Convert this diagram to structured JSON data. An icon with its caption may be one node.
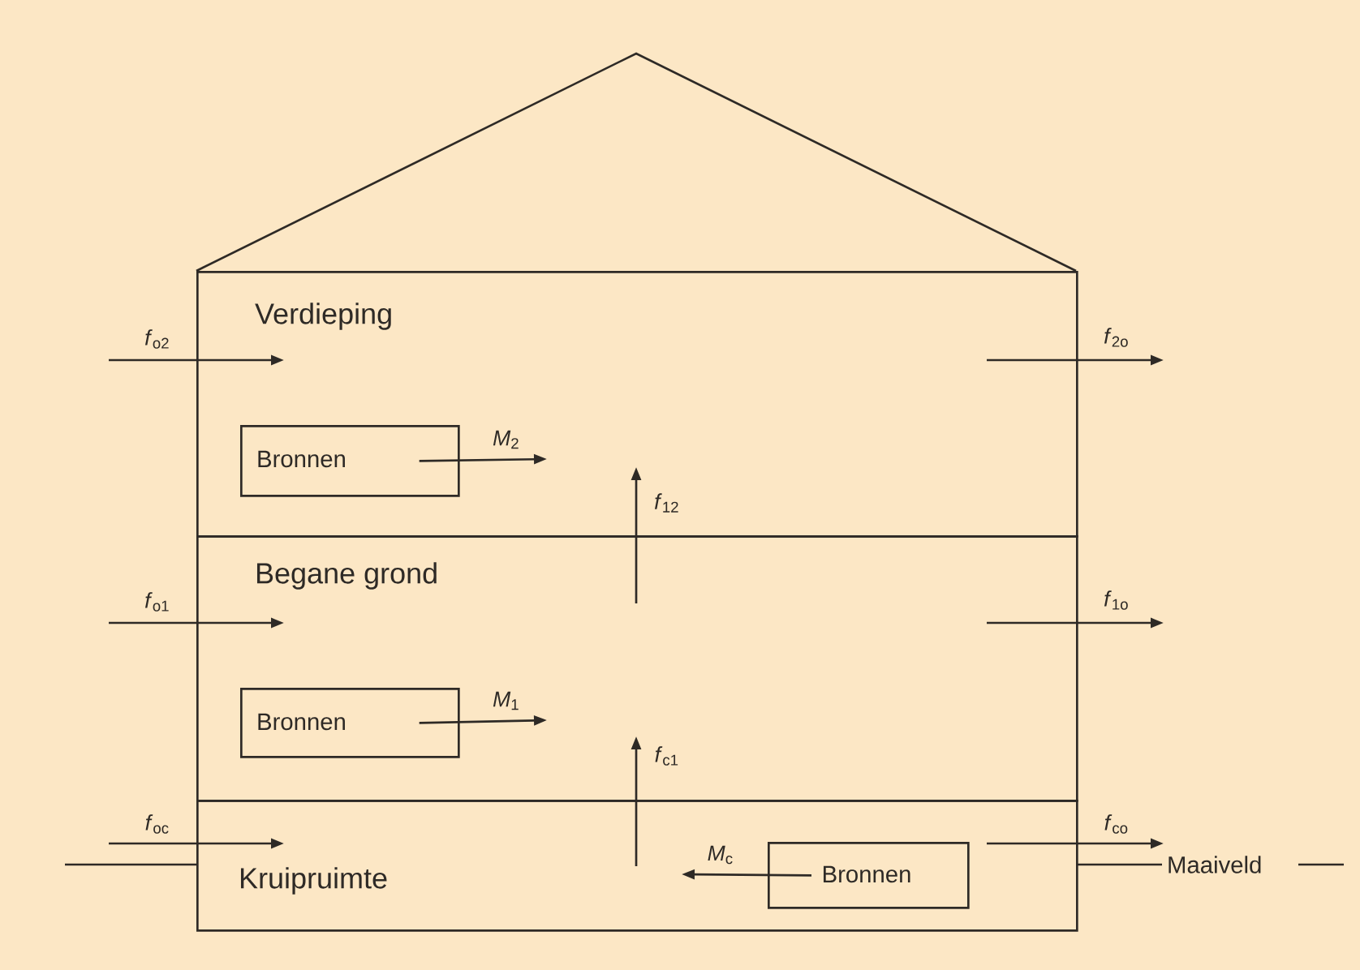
{
  "diagram": {
    "nodes": [
      {
        "text": [
          "Verdieping"
        ]
      },
      {
        "text": [
          "Begane grond"
        ]
      },
      {
        "text": [
          "Kruipruimte"
        ]
      },
      {
        "text": [
          "Bronnen"
        ],
        "in": 0
      },
      {
        "text": [
          "Bronnen"
        ],
        "in": 1
      },
      {
        "text": [
          "Bronnen"
        ],
        "in": 2
      }
    ],
    "edges": [
      {
        "from": 3,
        "to": null,
        "arrow": "to",
        "label": "*M*$_{2}$"
      },
      {
        "from": 4,
        "to": null,
        "arrow": "to",
        "label": "*M*$_{1}$"
      },
      {
        "from": 5,
        "to": null,
        "arrow": "to",
        "label": "*M*$_{c}$"
      }
    ],
    "labels": [
      "*f*$_{o2}$",
      "*f*$_{2o}$",
      "*f*$_{12}$",
      "*f*$_{o1}$",
      "*f*$_{1o}$",
      "*f*$_{c1}$",
      "*f*$_{oc}$",
      "*f*$_{co}$",
      "Maaiveld"
    ]
  }
}
